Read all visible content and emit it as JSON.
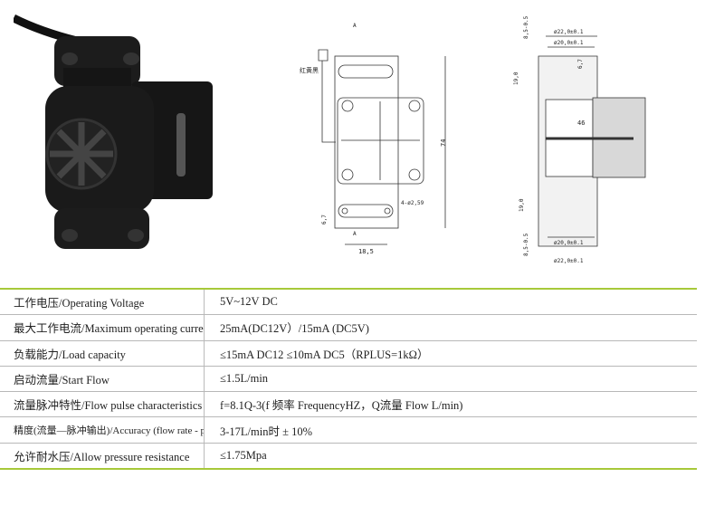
{
  "drawing_front": {
    "section_mark_top": "A",
    "section_mark_bottom": "A",
    "wire_label": "红黄黑",
    "height_dim": "74",
    "hole_dim": "4-ø2,59",
    "left_dim": "6,7",
    "width_dim": "18,5"
  },
  "drawing_section": {
    "top_offset": "8,5-0.5",
    "outer_dia_top": "ø22,0±0.1",
    "inner_dia_top": "ø20,0±0.1",
    "slot_dim": "6,7",
    "upper_len": "19,0",
    "impeller_dim": "46",
    "lower_len": "19,0",
    "inner_dia_bottom": "ø20,0±0.1",
    "bottom_offset": "8,5-0.5",
    "outer_dia_bottom": "ø22,0±0.1"
  },
  "specs": [
    {
      "label": "工作电压/Operating Voltage",
      "value": "5V~12V DC"
    },
    {
      "label": "最大工作电流/Maximum operating current",
      "value": "25mA(DC12V）/15mA (DC5V)"
    },
    {
      "label": "负载能力/Load capacity",
      "value": "≤15mA DC12  ≤10mA DC5（RPLUS=1kΩ）"
    },
    {
      "label": "启动流量/Start Flow",
      "value": "≤1.5L/min"
    },
    {
      "label": "流量脉冲特性/Flow pulse characteristics",
      "value": "f=8.1Q-3(f 频率 FrequencyHZ，Q流量 Flow L/min)"
    },
    {
      "label": "精度(流量—脉冲输出)/Accuracy (flow rate - pulse output)",
      "value": "3-17L/min时 ± 10%"
    },
    {
      "label": "允许耐水压/Allow pressure resistance",
      "value": "≤1.75Mpa"
    }
  ],
  "colors": {
    "accent": "#a7c93a"
  }
}
